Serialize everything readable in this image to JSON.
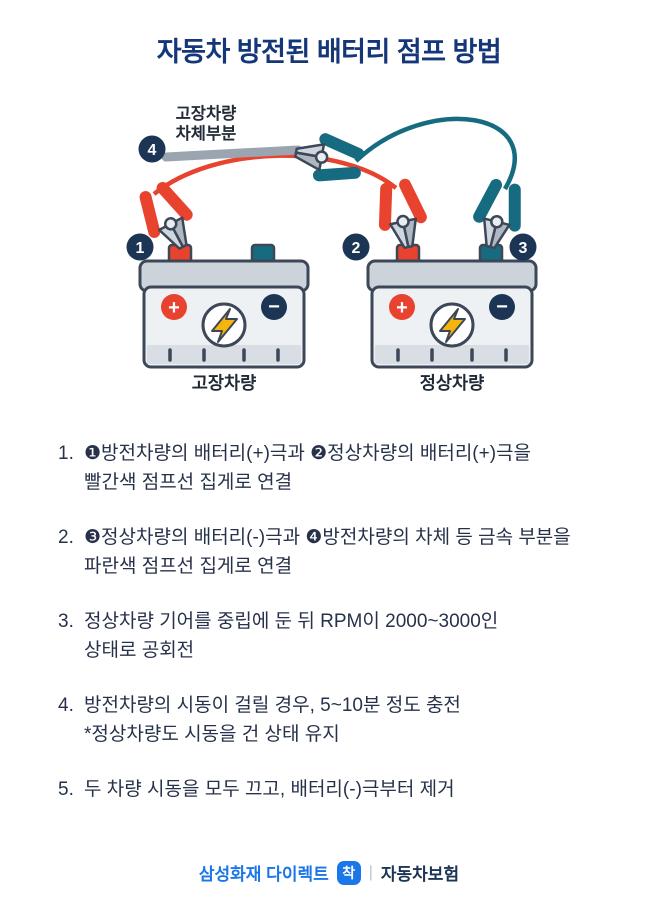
{
  "page": {
    "title": "자동차 방전된 배터리 점프 방법"
  },
  "diagram": {
    "body_label_line1": "고장차량",
    "body_label_line2": "차체부분",
    "badges": [
      "1",
      "2",
      "3",
      "4"
    ],
    "left_battery_label": "고장차량",
    "right_battery_label": "정상차량",
    "plus_symbol": "+",
    "minus_symbol": "−",
    "colors": {
      "positive_cable_red": "#e8432f",
      "negative_cable_teal": "#176b80",
      "badge_navy": "#1c3555",
      "bolt_yellow": "#f5b50d",
      "battery_outline": "#3c4757"
    }
  },
  "steps": [
    {
      "num": "1.",
      "line1": "❶방전차량의 배터리(+)극과 ❷정상차량의 배터리(+)극을",
      "line2": "빨간색 점프선 집게로 연결"
    },
    {
      "num": "2.",
      "line1": "❸정상차량의 배터리(-)극과 ❹방전차량의 차체 등 금속 부분을",
      "line2": "파란색 점프선 집게로 연결"
    },
    {
      "num": "3.",
      "line1": "정상차량 기어를 중립에 둔 뒤 RPM이 2000~3000인",
      "line2": "상태로 공회전"
    },
    {
      "num": "4.",
      "line1": "방전차량의 시동이 걸릴 경우, 5~10분 정도 충전",
      "line2": "*정상차량도 시동을 건 상태 유지"
    },
    {
      "num": "5.",
      "line1": "두 차량 시동을 모두 끄고, 배터리(-)극부터 제거",
      "line2": ""
    }
  ],
  "footer": {
    "brand": "삼성화재 다이렉트",
    "logo_mark": "착",
    "divider": "|",
    "product": "자동차보험"
  }
}
